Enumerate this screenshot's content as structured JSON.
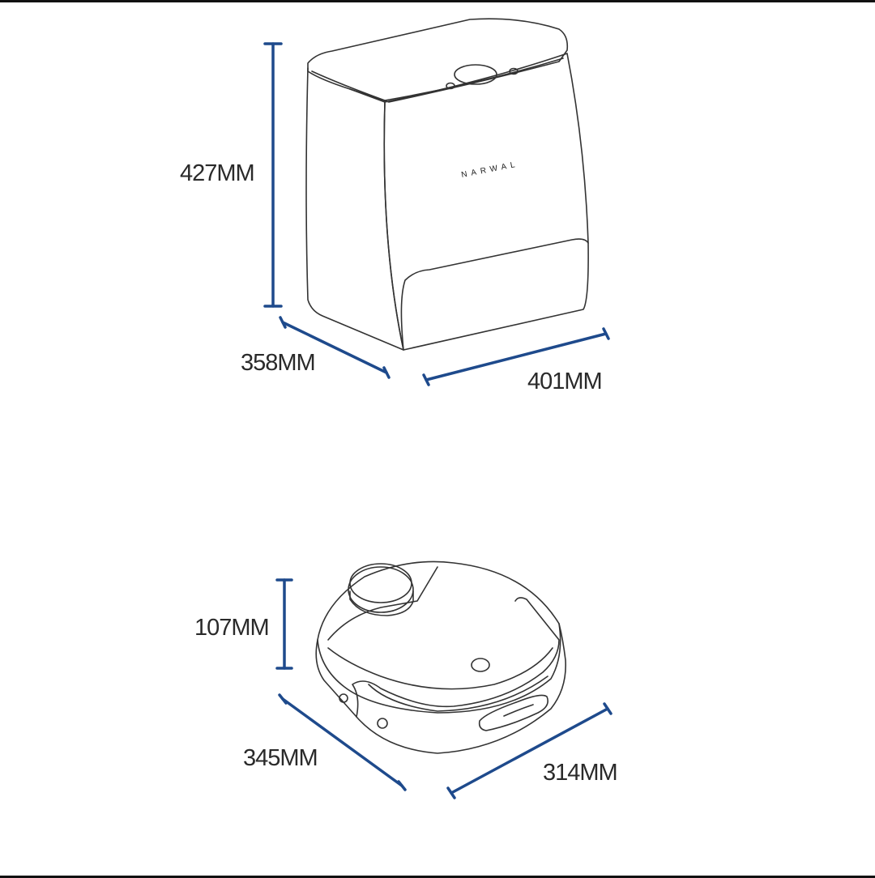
{
  "station": {
    "brand_text": "NARWAL",
    "height_label": "427MM",
    "depth_label": "358MM",
    "width_label": "401MM"
  },
  "robot": {
    "height_label": "107MM",
    "depth_label": "345MM",
    "width_label": "314MM"
  },
  "colors": {
    "dimension_line": "#1e4a8c",
    "outline": "#333333",
    "label_text": "#2a2a2a",
    "frame": "#111111",
    "background": "#ffffff"
  }
}
